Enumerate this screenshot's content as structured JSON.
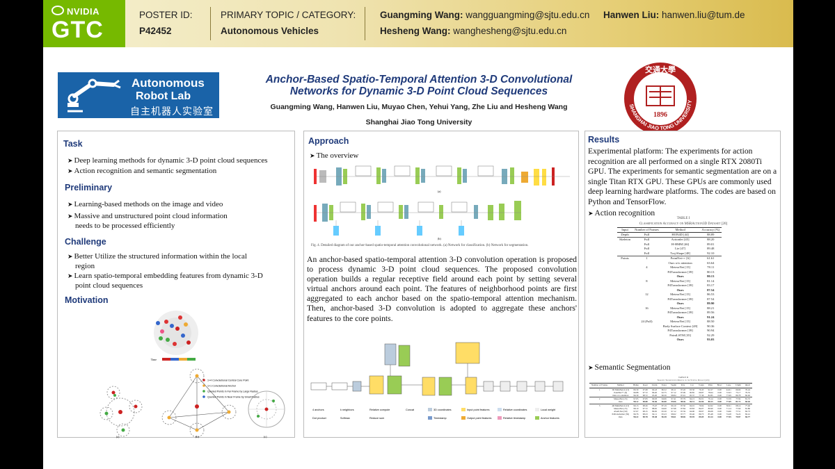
{
  "header": {
    "brand_small": "NVIDIA",
    "brand_big": "GTC",
    "poster_id_label": "POSTER ID:",
    "poster_id": "P42452",
    "topic_label": "PRIMARY TOPIC / CATEGORY:",
    "topic": "Autonomous Vehicles",
    "contacts": [
      {
        "name": "Guangming Wang:",
        "email": "wangguangming@sjtu.edu.cn"
      },
      {
        "name": "Hesheng Wang:",
        "email": "wanghesheng@sjtu.edu.cn"
      },
      {
        "name": "Hanwen Liu:",
        "email": "hanwen.liu@tum.de"
      }
    ]
  },
  "logo": {
    "line1": "Autonomous",
    "line2": "Robot Lab",
    "line3": "自主机器人实验室"
  },
  "seal": {
    "top_text": "交通大學",
    "ring_text": "SHANGHAI JIAO TONG UNIVERSITY",
    "year": "1896"
  },
  "title": {
    "line1": "Anchor-Based Spatio-Temporal Attention 3-D Convolutional",
    "line2": "Networks for Dynamic 3-D Point Cloud Sequences",
    "authors": "Guangming Wang, Hanwen Liu, Muyao Chen, Yehui Yang, Zhe Liu and Hesheng Wang",
    "affiliation": "Shanghai Jiao Tong University"
  },
  "left": {
    "task_head": "Task",
    "task": [
      "Deep learning methods for dynamic 3-D point cloud sequences",
      "Action recognition and semantic segmentation"
    ],
    "prelim_head": "Preliminary",
    "prelim": [
      "Learning-based methods on the image and video",
      "Massive and unstructured point cloud information",
      "needs to be processed efficiently"
    ],
    "challenge_head": "Challenge",
    "challenge": [
      "Better Utilize the structured information within the local",
      "region",
      "Learn spatio-temporal embedding features from dynamic 3-D",
      "point cloud sequences"
    ],
    "motivation_head": "Motivation",
    "legend": [
      "1×4 Convolutional Central Core Point",
      "1×1 Convolutional Anchor",
      "Queried Points in Far Frame by Large Radius",
      "Queried Points in Near Frame by Small Radius"
    ],
    "time_label": "Time",
    "sub_labels": [
      "(a)",
      "(b)",
      "(c)"
    ]
  },
  "approach": {
    "head": "Approach",
    "overview": "The overview",
    "fig_caption": "Fig. 4.   Detailed diagram of our anchor-based spatio-temporal attention convolutional network. (a) Network for classification. (b) Network for segmentation.",
    "paragraph": "An anchor-based spatio-temporal attention 3-D convolution operation is proposed to process dynamic 3-D point cloud sequences. The proposed convolution operation builds a regular receptive field around each point by setting several virtual anchors around each point. The features of neighborhood points are first aggregated to each anchor based on the spatio-temporal attention mechanism. Then, anchor-based 3-D convolution is adopted to aggregate these anchors' features to the core points.",
    "legend": [
      "4  anchors",
      "k  neighbors",
      "Relative compute",
      "Concat",
      "3D coordinates",
      "Input point features",
      "Relative coordinates",
      "Local weight",
      "Dot product",
      "Softmax",
      "Reduce sum",
      "Timestamp",
      "Output point features",
      "Relative timestamp",
      "Anchor features"
    ]
  },
  "results": {
    "head": "Results",
    "platform": "Experimental platform: The experiments for action recognition are all performed on a single RTX 2080Ti GPU. The experiments for semantic segmentation are on a single Titan RTX GPU. These GPUs are commonly used deep learning hardware platforms. The codes are based on Python and TensorFlow.",
    "action_label": "Action recognition",
    "table1_title": "TABLE I",
    "table1_caption": "Classification Accuracy on MSRAction3D Dataset [20]",
    "table1_headers": [
      "Input",
      "Number of Frames",
      "Method",
      "Accuracy (%)"
    ],
    "table1_rows": [
      [
        "Depth",
        "Full",
        "HON4D [44]",
        "88.89"
      ],
      [
        "Skeleton",
        "Full",
        "Actionlet [45]",
        "88.20"
      ],
      [
        "",
        "Full",
        "H-HMM [46]",
        "89.01"
      ],
      [
        "",
        "Full",
        "Lie [47]",
        "89.48"
      ],
      [
        "",
        "Full",
        "Traj.Shape [48]",
        "92.10"
      ],
      [
        "Points",
        "1",
        "PointNet++ [6]",
        "61.61"
      ],
      [
        "",
        "",
        "Ours w/o attention",
        "63.64"
      ],
      [
        "",
        "4",
        "MeteorNet [15]",
        "78.11"
      ],
      [
        "",
        "",
        "P4Transformer [39]",
        "80.13"
      ],
      [
        "",
        "",
        "Ours",
        "80.13"
      ],
      [
        "",
        "8",
        "MeteorNet [15]",
        "81.14"
      ],
      [
        "",
        "",
        "P4Transformer [39]",
        "83.17"
      ],
      [
        "",
        "",
        "Ours",
        "87.54"
      ],
      [
        "",
        "12",
        "MeteorNet [15]",
        "86.53"
      ],
      [
        "",
        "",
        "P4Transformer [39]",
        "87.54"
      ],
      [
        "",
        "",
        "Ours",
        "89.90"
      ],
      [
        "",
        "16",
        "MeteorNet [15]",
        "88.21"
      ],
      [
        "",
        "",
        "P4Transformer [39]",
        "89.56"
      ],
      [
        "",
        "",
        "Ours",
        "91.24"
      ],
      [
        "",
        "24 (Full)",
        "MeteorNet [15]",
        "88.50"
      ],
      [
        "",
        "",
        "Body Surface Context [49]",
        "90.36"
      ],
      [
        "",
        "",
        "P4Transformer [39]",
        "90.94"
      ],
      [
        "",
        "",
        "PointLSTM [35]",
        "92.29"
      ],
      [
        "",
        "",
        "Ours",
        "93.03"
      ]
    ],
    "seg_label": "Semantic Segmentation",
    "table2_title": "TABLE II",
    "table2_caption": "Semantic Segmentation Results on the Synthia Dataset [21]",
    "table2_headers": [
      "Number of Frames",
      "Method",
      "Bldng",
      "Road",
      "Sdwlk",
      "Fence",
      "Vegitn",
      "Pole",
      "Car",
      "T.sign",
      "Pdstr",
      "Bicyc",
      "Lane",
      "T.light",
      "mIoU"
    ],
    "table2_rows": [
      [
        "1",
        "3D MinkNet14 [13]",
        "89.39",
        "97.68",
        "69.43",
        "86.52",
        "98.11",
        "97.26",
        "93.50",
        "79.45",
        "92.27",
        "0.00",
        "44.61",
        "66.69",
        "76.24"
      ],
      [
        "",
        "PointNet++ [6]",
        "96.88",
        "97.72",
        "86.20",
        "92.75",
        "97.12",
        "97.09",
        "90.85",
        "66.87",
        "78.64",
        "0.00",
        "72.93",
        "75.17",
        "79.35"
      ],
      [
        "",
        "Ours w/o attention",
        "96.39",
        "98.72",
        "93.20",
        "96.56",
        "98.84",
        "97.91",
        "95.37",
        "77.30",
        "82.85",
        "0.00",
        "77.09",
        "80.78",
        "82.92"
      ],
      [
        "2",
        "MeteorNet [15]",
        "97.65",
        "97.83",
        "90.03",
        "94.06",
        "97.41",
        "97.79",
        "94.15",
        "82.01",
        "79.14",
        "0.00",
        "72.59",
        "77.92",
        "81.72"
      ],
      [
        "",
        "Ours",
        "98.12",
        "98.80",
        "94.46",
        "96.00",
        "99.06",
        "98.46",
        "96.31",
        "82.06",
        "80.23",
        "0.00",
        "77.69",
        "81.72",
        "84.26"
      ],
      [
        "3",
        "4D MinkNet14 [13]",
        "90.13",
        "98.26",
        "73.47",
        "87.19",
        "99.10",
        "97.50",
        "94.01",
        "79.04",
        "92.62",
        "0.00",
        "50.01",
        "68.14",
        "77.46"
      ],
      [
        "",
        "MeteorNet [15]",
        "98.10",
        "97.72",
        "88.65",
        "94.00",
        "97.98",
        "97.84",
        "93.83",
        "84.07",
        "80.90",
        "0.00",
        "71.14",
        "77.60",
        "81.80"
      ],
      [
        "",
        "ASAP-Net [50]",
        "97.67",
        "98.15",
        "89.95",
        "95.50",
        "97.12",
        "97.59",
        "94.90",
        "80.97",
        "86.08",
        "0.00",
        "74.66",
        "77.51",
        "82.73"
      ],
      [
        "",
        "P4Transformer [39]",
        "96.76",
        "98.23",
        "92.11",
        "95.23",
        "98.62",
        "97.77",
        "95.46",
        "80.75",
        "85.48",
        "0.00",
        "74.28",
        "74.22",
        "82.41"
      ],
      [
        "",
        "Ours",
        "98.22",
        "98.78",
        "95.38",
        "96.38",
        "98.61",
        "98.06",
        "95.95",
        "85.05",
        "84.14",
        "0.00",
        "77.95",
        "79.87",
        "84.77"
      ]
    ]
  },
  "colors": {
    "nvidia_green": "#76b900",
    "title_blue": "#1f3a7a",
    "logo_blue": "#1a63a8",
    "seal_red": "#b02020"
  }
}
